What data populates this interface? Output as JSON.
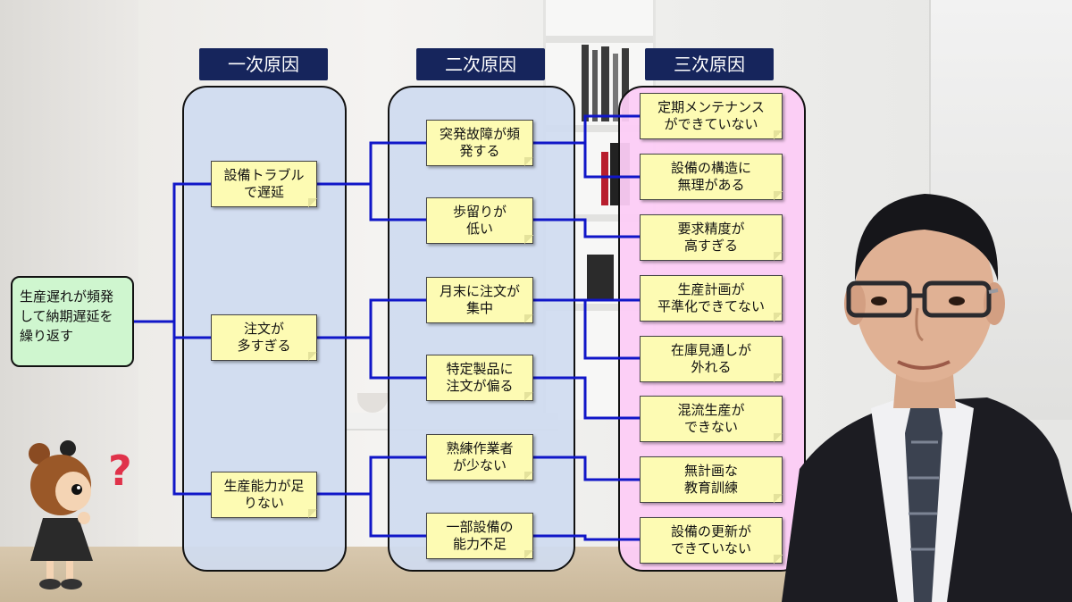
{
  "headers": {
    "primary": "一次原因",
    "secondary": "二次原因",
    "tertiary": "三次原因"
  },
  "root": {
    "text": "生産遅れが頻発\nして納期遅延を\n繰り返す"
  },
  "primary": [
    {
      "text": "設備トラブル\nで遅延"
    },
    {
      "text": "注文が\n多すぎる"
    },
    {
      "text": "生産能力が足\nりない"
    }
  ],
  "secondary": [
    {
      "text": "突発故障が頻\n発する"
    },
    {
      "text": "歩留りが\n低い"
    },
    {
      "text": "月末に注文が\n集中"
    },
    {
      "text": "特定製品に\n注文が偏る"
    },
    {
      "text": "熟練作業者\nが少ない"
    },
    {
      "text": "一部設備の\n能力不足"
    }
  ],
  "tertiary": [
    {
      "text": "定期メンテナンス\nができていない"
    },
    {
      "text": "設備の構造に\n無理がある"
    },
    {
      "text": "要求精度が\n高すぎる"
    },
    {
      "text": "生産計画が\n平準化できてない"
    },
    {
      "text": "在庫見通しが\n外れる"
    },
    {
      "text": "混流生産が\nできない"
    },
    {
      "text": "無計画な\n教育訓練"
    },
    {
      "text": "設備の更新が\nできていない"
    }
  ],
  "colors": {
    "header_bg": "#16255c",
    "connector": "#1016c8",
    "note_bg": "#fdfbb3",
    "root_bg": "#cff6cf",
    "panel_blue": "#cfdbf0",
    "panel_pink": "#fcccf6"
  }
}
